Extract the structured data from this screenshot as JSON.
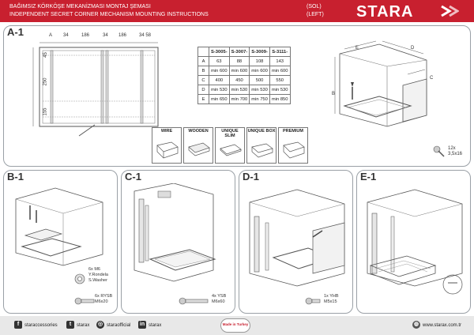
{
  "header": {
    "line1": "BAĞIMSIZ KÖRKÖŞE MEKANİZMASI MONTAJ ŞEMASI",
    "line1_side": "(SOL)",
    "line2": "INDEPENDENT SECRET CORNER MECHANISM MOUNTING INSTRUCTIONS",
    "line2_side": "(LEFT)",
    "logo": "STARA"
  },
  "panels": {
    "a1": "A-1",
    "b1": "B-1",
    "c1": "C-1",
    "d1": "D-1",
    "e1": "E-1"
  },
  "drawing_dims": {
    "a": "A",
    "d34a": "34",
    "d186a": "186",
    "d34b": "34",
    "d186b": "186",
    "d3458": "34 58",
    "d45": "45",
    "d250": "250",
    "d155": "155"
  },
  "spec_table": {
    "headers": [
      "",
      "S-3005-",
      "S-3007-",
      "S-3009-",
      "S-3111-"
    ],
    "rows": [
      [
        "A",
        "63",
        "88",
        "108",
        "143"
      ],
      [
        "B",
        "min 600",
        "min 600",
        "min 600",
        "min 600"
      ],
      [
        "C",
        "400",
        "450",
        "500",
        "550"
      ],
      [
        "D",
        "min 530",
        "min 530",
        "min 530",
        "min 530"
      ],
      [
        "E",
        "min 650",
        "min 700",
        "min 750",
        "min 850"
      ]
    ]
  },
  "drawer_types": [
    "WIRE",
    "WOODEN",
    "UNIQUE SLIM",
    "UNIQUE BOX",
    "PREMIUM"
  ],
  "cabinet_labels": {
    "b": "B",
    "c": "C",
    "d": "D",
    "e": "E"
  },
  "hardware": {
    "a1_screws": "12x\n3,5x16",
    "b1_washer": "6x M6\nY.Rondela\nS.Washer",
    "b1_screws": "6x RYSB\nM6x20",
    "c1_screws": "4x YSB\nM6x60",
    "d1_screws": "1x YHB\nM5x15"
  },
  "footer": {
    "facebook": "staraccessories",
    "twitter": "starax",
    "instagram": "staraofficial",
    "linkedin": "starax",
    "website": "www.starax.com.tr",
    "badge": "Made in Turkey"
  },
  "colors": {
    "brand_red": "#c8202f",
    "line": "#555555",
    "footer_bg": "#e8e8e8"
  }
}
